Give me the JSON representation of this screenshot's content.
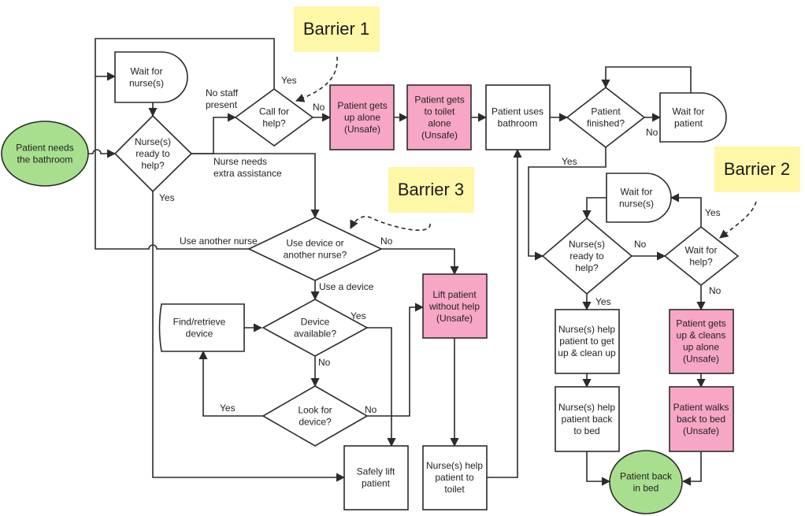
{
  "colors": {
    "terminal": "#a8df8e",
    "unsafe": "#f7a6c6",
    "process": "#ffffff",
    "note": "#fff7a8",
    "line": "#2b2b2b"
  },
  "nodes": {
    "start": "Patient needs|the bathroom",
    "wait1": "Wait for|nurse(s)",
    "ready1": "Nurse(s)|ready to|help?",
    "call": "Call for|help?",
    "alone": "Patient gets|up alone|(Unsafe)",
    "toilet_alone": "Patient gets|to toilet|alone|(Unsafe)",
    "uses": "Patient uses|bathroom",
    "finished": "Patient|finished?",
    "wait_patient": "Wait for|patient",
    "device_or_nurse": "Use device or|another nurse?",
    "lift_without": "Lift patient|without help|(Unsafe)",
    "find": "Find/retrieve|device",
    "available": "Device|available?",
    "look": "Look for|device?",
    "safely": "Safely lift|patient",
    "help_toilet": "Nurse(s) help|patient to|toilet",
    "wait2": "Wait for|nurse(s)",
    "ready2": "Nurse(s)|ready to|help?",
    "wait_help": "Wait for|help?",
    "help_cleanup": "Nurse(s) help|patient to get|up & clean up",
    "cleans_alone": "Patient gets|up & cleans|up alone|(Unsafe)",
    "help_back": "Nurse(s) help|patient back|to bed",
    "walks_back": "Patient walks|back to bed|(Unsafe)",
    "end": "Patient back|in bed"
  },
  "notes": {
    "barrier1": "Barrier 1",
    "barrier2": "Barrier 2",
    "barrier3": "Barrier 3"
  },
  "edge_labels": {
    "yes_call": "Yes",
    "no_staff": "No staff|present",
    "no_call": "No",
    "nurse_needs": "Nurse needs|extra assistance",
    "yes_ready1": "Yes",
    "use_another": "Use another nurse",
    "no_device": "No",
    "use_a_device": "Use a device",
    "yes_available": "Yes",
    "no_available": "No",
    "yes_look": "Yes",
    "no_look": "No",
    "no_finished": "No",
    "yes_finished": "Yes",
    "no_ready2": "No",
    "yes_ready2": "Yes",
    "yes_wait_help": "Yes",
    "no_wait_help": "No"
  }
}
